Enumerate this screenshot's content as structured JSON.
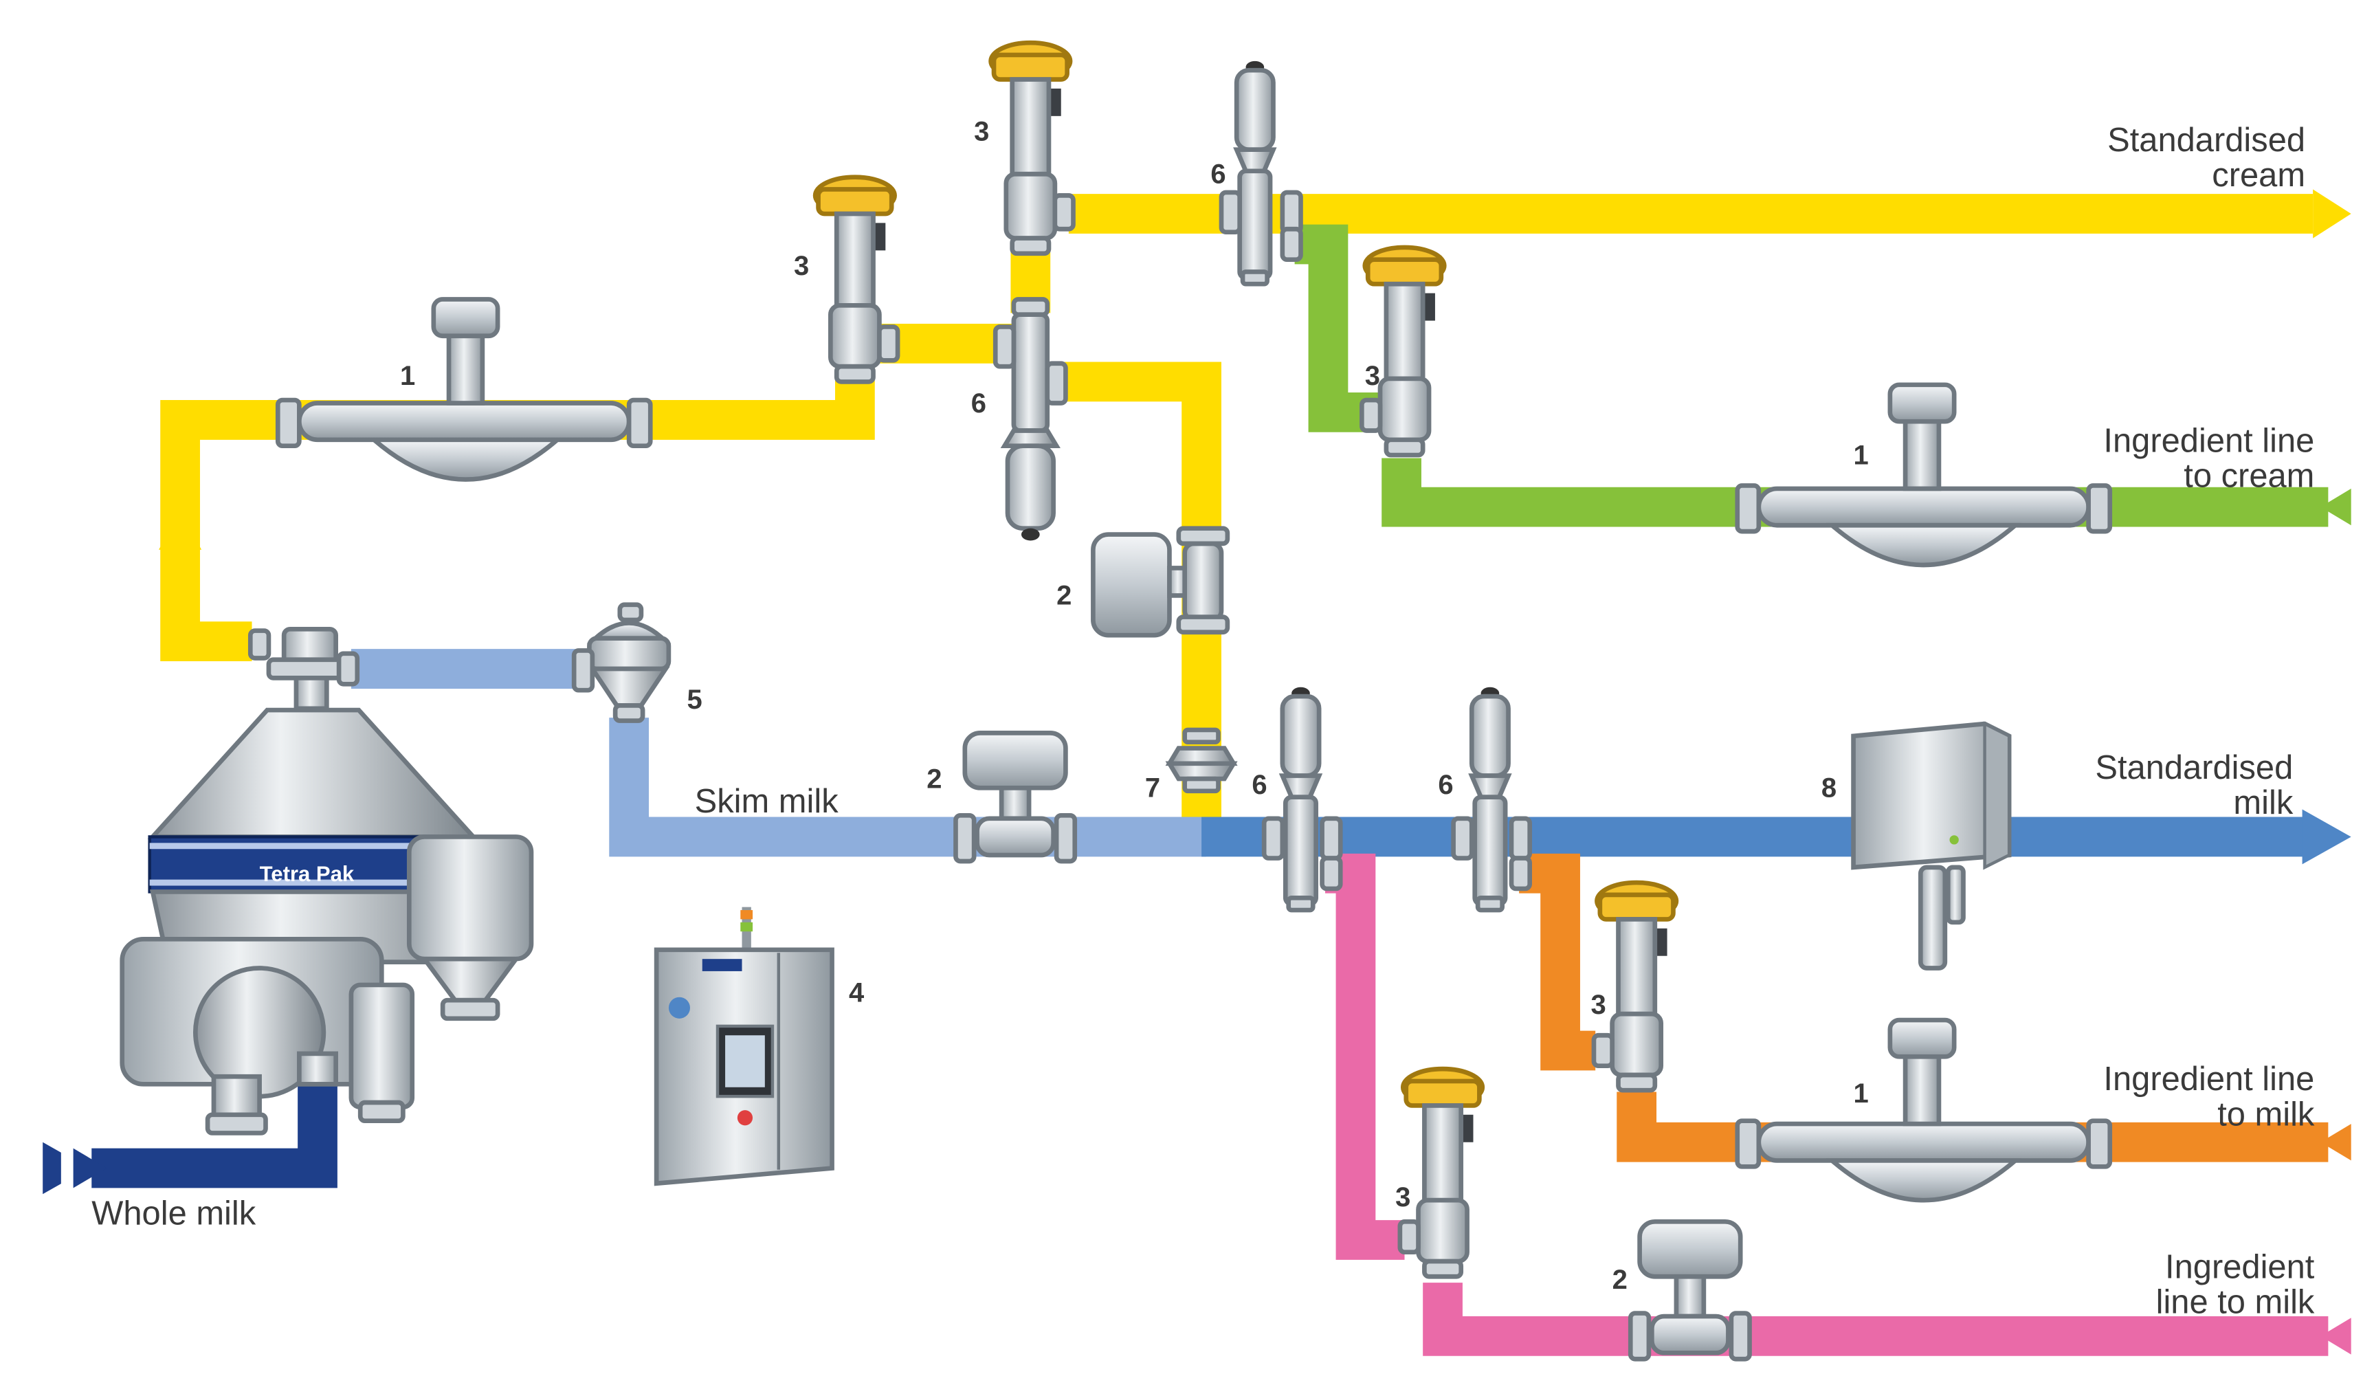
{
  "colors": {
    "cream": "#ffdd00",
    "skim_milk": "#8eaedc",
    "standardised_milk": "#4f86c6",
    "whole_milk": "#1e3f8a",
    "ingredient_cream": "#86c13a",
    "ingredient_milk_orange": "#f08a24",
    "ingredient_milk_pink": "#ea6aa8"
  },
  "labels": {
    "standardised_cream": [
      "Standardised",
      "cream"
    ],
    "ingredient_cream": [
      "Ingredient line",
      "to cream"
    ],
    "standardised_milk": [
      "Standardised",
      "milk"
    ],
    "ingredient_milk_1": [
      "Ingredient line",
      "to milk"
    ],
    "ingredient_milk_2": [
      "Ingredient",
      "line to milk"
    ],
    "skim_milk": "Skim milk",
    "whole_milk": "Whole milk",
    "brand": "Tetra Pak"
  },
  "numbers": {
    "flowmeter_1_a": "1",
    "flowmeter_1_b": "1",
    "flowmeter_1_c": "1",
    "transmitter_2_a": "2",
    "transmitter_2_b": "2",
    "transmitter_2_c": "2",
    "valve_3_a": "3",
    "valve_3_b": "3",
    "valve_3_c": "3",
    "valve_3_d": "3",
    "valve_3_e": "3",
    "cabinet_4": "4",
    "regulator_5": "5",
    "valve_6_a": "6",
    "valve_6_b": "6",
    "valve_6_c": "6",
    "valve_6_d": "6",
    "check_valve_7": "7",
    "analyzer_8": "8"
  },
  "icons": [
    "separator-icon",
    "mass-flowmeter-icon",
    "flow-transmitter-icon",
    "control-valve-icon",
    "control-cabinet-icon",
    "pressure-regulator-icon",
    "shutoff-valve-icon",
    "check-valve-icon",
    "analyzer-cabinet-icon"
  ]
}
